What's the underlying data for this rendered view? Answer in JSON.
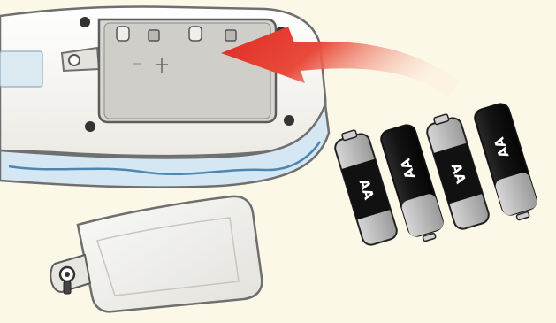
{
  "batteries": [
    {
      "label": "AA"
    },
    {
      "label": "AA"
    },
    {
      "label": "AA"
    },
    {
      "label": "AA"
    }
  ]
}
